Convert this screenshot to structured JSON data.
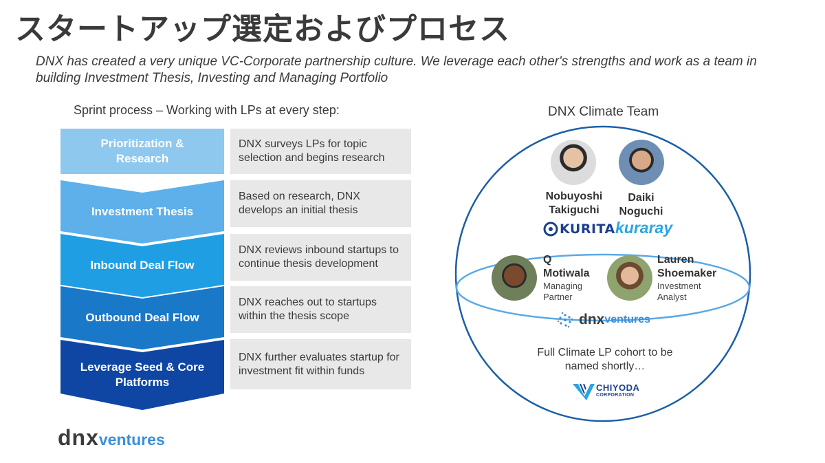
{
  "slide": {
    "title": "スタートアップ選定およびプロセス",
    "subtitle": "DNX has created a very unique VC-Corporate partnership culture. We leverage each other's strengths and work as a team in building Investment Thesis, Investing and Managing Portfolio"
  },
  "sprint": {
    "heading": "Sprint process – Working with LPs at every step:",
    "steps": [
      {
        "label": "Prioritization & Research",
        "description": "DNX surveys LPs for topic selection and begins research",
        "color": "#8fc8ee"
      },
      {
        "label": "Investment Thesis",
        "description": "Based on research, DNX develops an initial thesis",
        "color": "#5db0ea"
      },
      {
        "label": "Inbound Deal Flow",
        "description": "DNX reviews inbound startups to continue thesis development",
        "color": "#1f9ee3"
      },
      {
        "label": "Outbound Deal Flow",
        "description": "DNX reaches out to startups within the thesis scope",
        "color": "#1a78c8"
      },
      {
        "label": "Leverage Seed & Core Platforms",
        "description": "DNX further evaluates startup for investment fit within funds",
        "color": "#0f46a3"
      }
    ]
  },
  "team": {
    "heading": "DNX Climate Team",
    "members": [
      {
        "name": "Nobuyoshi Takiguchi",
        "company": "KURITA"
      },
      {
        "name": "Daiki Noguchi",
        "company": "kuraray"
      },
      {
        "name": "Q Motiwala",
        "role": "Managing Partner"
      },
      {
        "name": "Lauren Shoemaker",
        "role": "Investment Analyst"
      }
    ],
    "cohort_text": "Full Climate LP cohort to be named shortly…",
    "chiyoda_line1": "CHIYODA",
    "chiyoda_line2": "CORPORATION"
  },
  "logo": {
    "part1": "dnx",
    "part2": "ventures"
  },
  "colors": {
    "accent_blue": "#3a8fd9",
    "circle_stroke": "#1a5fa8",
    "ellipse_stroke": "#5aa9e6",
    "desc_bg": "#e8e8e8"
  }
}
